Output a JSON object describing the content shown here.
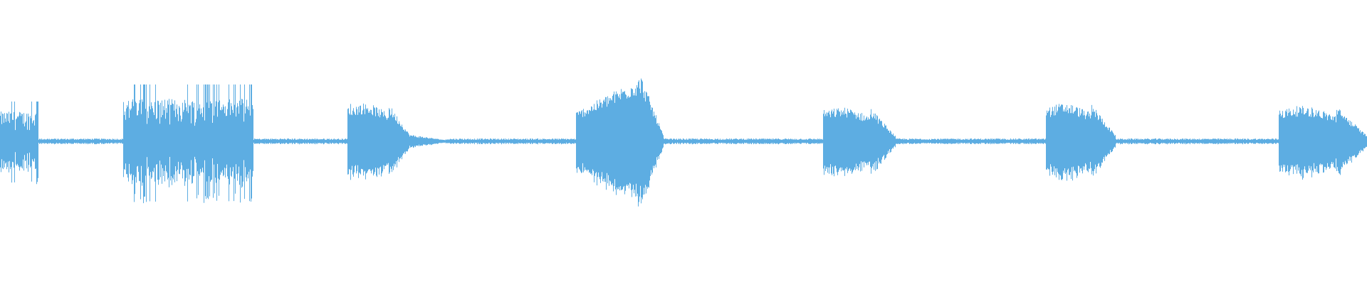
{
  "waveform": {
    "color": "#5dade2",
    "background": "#ffffff",
    "segments": [
      {
        "start": 0.0,
        "end": 0.028,
        "amp": 0.28,
        "style": "spiky"
      },
      {
        "start": 0.028,
        "end": 0.09,
        "amp": 0.02,
        "style": "flat"
      },
      {
        "start": 0.09,
        "end": 0.185,
        "amp": 0.4,
        "style": "spiky"
      },
      {
        "start": 0.185,
        "end": 0.254,
        "amp": 0.02,
        "style": "flat"
      },
      {
        "start": 0.254,
        "end": 0.3,
        "amp": 0.27,
        "style": "burst"
      },
      {
        "start": 0.3,
        "end": 0.326,
        "amp": 0.04,
        "style": "taper"
      },
      {
        "start": 0.326,
        "end": 0.421,
        "amp": 0.02,
        "style": "flat"
      },
      {
        "start": 0.421,
        "end": 0.485,
        "amp": 0.46,
        "style": "swell"
      },
      {
        "start": 0.485,
        "end": 0.602,
        "amp": 0.02,
        "style": "flat"
      },
      {
        "start": 0.602,
        "end": 0.655,
        "amp": 0.24,
        "style": "burst"
      },
      {
        "start": 0.655,
        "end": 0.765,
        "amp": 0.02,
        "style": "flat"
      },
      {
        "start": 0.765,
        "end": 0.816,
        "amp": 0.27,
        "style": "burst"
      },
      {
        "start": 0.816,
        "end": 0.935,
        "amp": 0.02,
        "style": "flat"
      },
      {
        "start": 0.935,
        "end": 1.0,
        "amp": 0.25,
        "style": "burst"
      }
    ]
  }
}
